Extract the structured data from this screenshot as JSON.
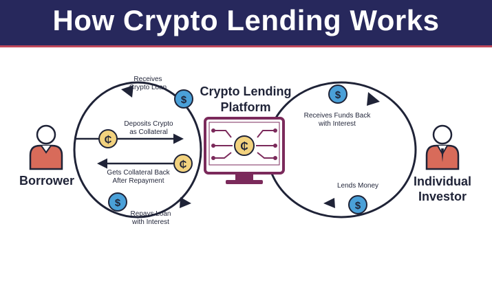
{
  "header": {
    "title": "How Crypto Lending Works"
  },
  "platform": {
    "title_line1": "Crypto Lending",
    "title_line2": "Platform"
  },
  "actors": {
    "borrower": "Borrower",
    "investor_line1": "Individual",
    "investor_line2": "Investor"
  },
  "flows": {
    "receives_loan": [
      "Receives",
      "Crypto Loan"
    ],
    "deposits_collateral": [
      "Deposits Crypto",
      "as Collateral"
    ],
    "gets_collateral_back": [
      "Gets Collateral Back",
      "After Repayment"
    ],
    "repays_loan": [
      "Repays Loan",
      "with Interest"
    ],
    "receives_funds": [
      "Receives Funds Back",
      "with Interest"
    ],
    "lends_money": [
      "Lends Money"
    ]
  },
  "icons": {
    "dollar_coin": "$",
    "crypto_coin": "₵"
  },
  "colors": {
    "header_bg": "#27285c",
    "header_accent": "#c0485a",
    "dark": "#1f2337",
    "dollar_coin_fill": "#4aa0d8",
    "crypto_coin_fill": "#f2d27e",
    "platform_purple": "#7b2a5b",
    "person_fill": "#d86b5a"
  }
}
